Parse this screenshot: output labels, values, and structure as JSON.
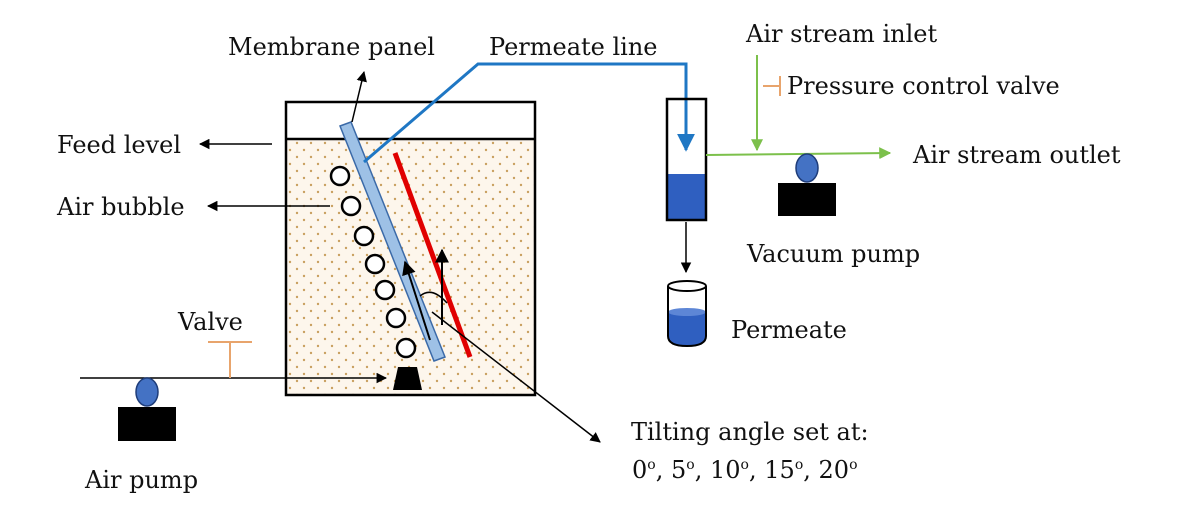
{
  "labels": {
    "membrane_panel": "Membrane panel",
    "permeate_line": "Permeate line",
    "air_stream_inlet": "Air stream inlet",
    "pressure_control_valve": "Pressure control valve",
    "feed_level": "Feed level",
    "air_bubble": "Air bubble",
    "air_stream_outlet": "Air stream outlet",
    "vacuum_pump": "Vacuum pump",
    "permeate": "Permeate",
    "valve": "Valve",
    "air_pump": "Air pump",
    "tilting_angle": "Tilting angle set at:"
  },
  "angles": [
    {
      "value": "0",
      "unit": "o",
      "sep": ","
    },
    {
      "value": "5",
      "unit": "o",
      "sep": ","
    },
    {
      "value": "10",
      "unit": "o",
      "sep": ","
    },
    {
      "value": "15",
      "unit": "o",
      "sep": ","
    },
    {
      "value": "20",
      "unit": "o",
      "sep": ""
    }
  ],
  "colors": {
    "permeate_line": "#1f77c4",
    "air_stream": "#7cc04b",
    "valve": "#e8a46c",
    "membrane": "#9ec1e6",
    "red_line": "#e00000",
    "pump_ball": "#4472c4",
    "permeate_liquid": "#2f5fc0",
    "feed_dots": "#c9a060"
  }
}
